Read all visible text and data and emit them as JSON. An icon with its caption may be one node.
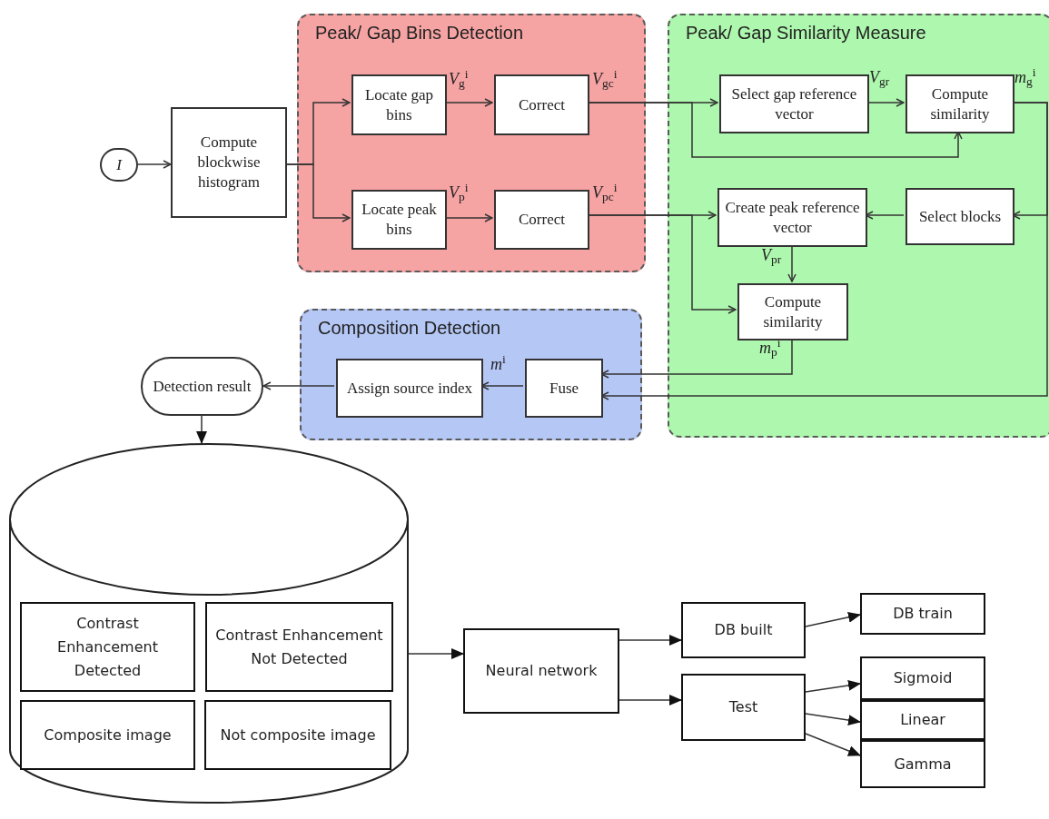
{
  "diagram": {
    "nodes": [
      {
        "text": [
          "I"
        ]
      },
      {
        "text": [
          "Compute blockwise histogram"
        ]
      },
      {
        "text": [
          "Peak/ Gap Bins Detection"
        ]
      },
      {
        "text": [
          "Locate gap bins"
        ],
        "in": 2
      },
      {
        "text": [
          "Correct"
        ],
        "in": 2
      },
      {
        "text": [
          "Locate peak bins"
        ],
        "in": 2
      },
      {
        "text": [
          "Correct"
        ],
        "in": 2
      },
      {
        "text": [
          "Peak/ Gap Similarity Measure"
        ]
      },
      {
        "text": [
          "Select gap reference vector"
        ],
        "in": 7
      },
      {
        "text": [
          "Compute similarity"
        ],
        "in": 7
      },
      {
        "text": [
          "Create peak reference vector"
        ],
        "in": 7
      },
      {
        "text": [
          "Select blocks"
        ],
        "in": 7
      },
      {
        "text": [
          "Compute similarity"
        ],
        "in": 7
      },
      {
        "text": [
          "Composition Detection"
        ]
      },
      {
        "text": [
          "Assign source index"
        ],
        "in": 13
      },
      {
        "text": [
          "Fuse"
        ],
        "in": 13
      },
      {
        "text": [
          "Detection result"
        ]
      },
      {
        "text": [],
        "shape": "cylinder"
      },
      {
        "text": [
          "Contrast Enhancement Detected"
        ],
        "in": 17
      },
      {
        "text": [
          "Contrast Enhancement Not Detected"
        ],
        "in": 17
      },
      {
        "text": [
          "Composite image"
        ],
        "in": 17
      },
      {
        "text": [
          "Not composite image"
        ],
        "in": 17
      },
      {
        "text": [
          "Neural network"
        ]
      },
      {
        "text": [
          "DB built"
        ]
      },
      {
        "text": [
          "Test"
        ]
      },
      {
        "text": [
          "DB train"
        ]
      },
      {
        "text": [
          "Sigmoid"
        ]
      },
      {
        "text": [
          "Linear"
        ]
      },
      {
        "text": [
          "Gamma"
        ]
      }
    ],
    "edges": [
      {
        "from": 0,
        "to": 1,
        "arrow": "to"
      },
      {
        "from": 1,
        "to": 3,
        "arrow": "to"
      },
      {
        "from": 1,
        "to": 5,
        "arrow": "to"
      },
      {
        "from": 3,
        "to": 4,
        "arrow": "to",
        "label": "*V*$_{g}$$^{i}$"
      },
      {
        "from": 5,
        "to": 6,
        "arrow": "to",
        "label": "*V*$_{p}$$^{i}$"
      },
      {
        "from": 4,
        "to": 8,
        "arrow": "to",
        "label": "*V*$_{gc}$$^{i}$"
      },
      {
        "from": 4,
        "to": 9,
        "arrow": "to"
      },
      {
        "from": 6,
        "to": 10,
        "arrow": "to",
        "label": "*V*$_{pc}$$^{i}$"
      },
      {
        "from": 6,
        "to": 12,
        "arrow": "to"
      },
      {
        "from": 8,
        "to": 9,
        "arrow": "to",
        "label": "*V*$_{gr}$"
      },
      {
        "from": 9,
        "to": 11,
        "arrow": "to",
        "label": "*m*$_{g}$$^{i}$"
      },
      {
        "from": 9,
        "to": 15,
        "arrow": "to"
      },
      {
        "from": 11,
        "to": 10,
        "arrow": "to"
      },
      {
        "from": 10,
        "to": 12,
        "arrow": "to",
        "label": "*V*$_{pr}$"
      },
      {
        "from": 12,
        "to": 15,
        "arrow": "to",
        "label": "*m*$_{p}$$^{i}$"
      },
      {
        "from": 15,
        "to": 14,
        "arrow": "to",
        "label": "*m*$^{i}$"
      },
      {
        "from": 14,
        "to": 16,
        "arrow": "to"
      },
      {
        "from": 16,
        "to": 17,
        "arrow": "to"
      },
      {
        "from": 17,
        "to": 22,
        "arrow": "to"
      },
      {
        "from": 22,
        "to": 23,
        "arrow": "to"
      },
      {
        "from": 22,
        "to": 24,
        "arrow": "to"
      },
      {
        "from": 23,
        "to": 25,
        "arrow": "to"
      },
      {
        "from": 24,
        "to": 26,
        "arrow": "to"
      },
      {
        "from": 24,
        "to": 27,
        "arrow": "to"
      },
      {
        "from": 24,
        "to": 28,
        "arrow": "to"
      }
    ]
  }
}
